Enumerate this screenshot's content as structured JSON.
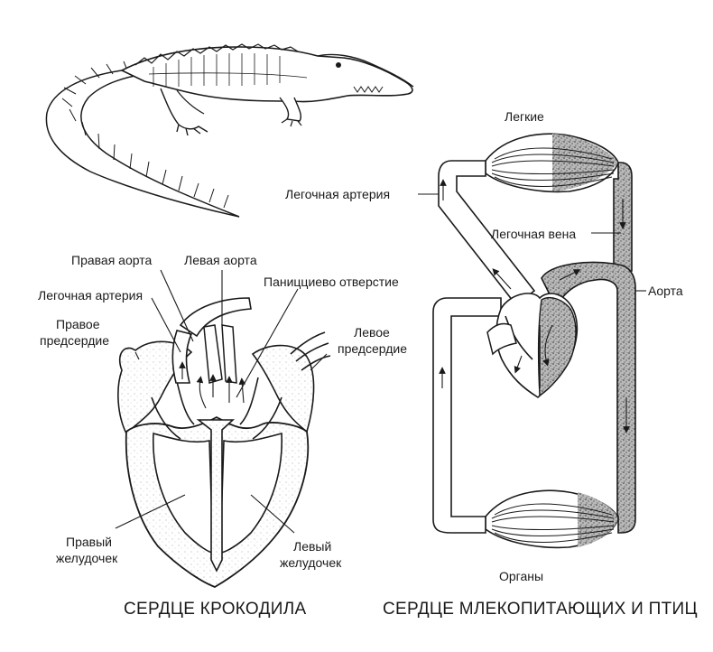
{
  "crocodile_heart": {
    "labels": {
      "right_aorta": "Правая аорта",
      "left_aorta": "Левая аорта",
      "pulmonary_artery": "Легочная артерия",
      "foramen_panizza": "Паницциево отверстие",
      "right_atrium_1": "Правое",
      "right_atrium_2": "предсердие",
      "left_atrium_1": "Левое",
      "left_atrium_2": "предсердие",
      "right_ventricle_1": "Правый",
      "right_ventricle_2": "желудочек",
      "left_ventricle_1": "Левый",
      "left_ventricle_2": "желудочек"
    },
    "caption": "СЕРДЦЕ КРОКОДИЛА"
  },
  "mammal_bird_heart": {
    "labels": {
      "lungs": "Легкие",
      "pulmonary_artery": "Легочная артерия",
      "pulmonary_vein": "Легочная вена",
      "aorta": "Аорта",
      "organs": "Органы"
    },
    "caption": "СЕРДЦЕ МЛЕКОПИТАЮЩИХ И ПТИЦ"
  }
}
